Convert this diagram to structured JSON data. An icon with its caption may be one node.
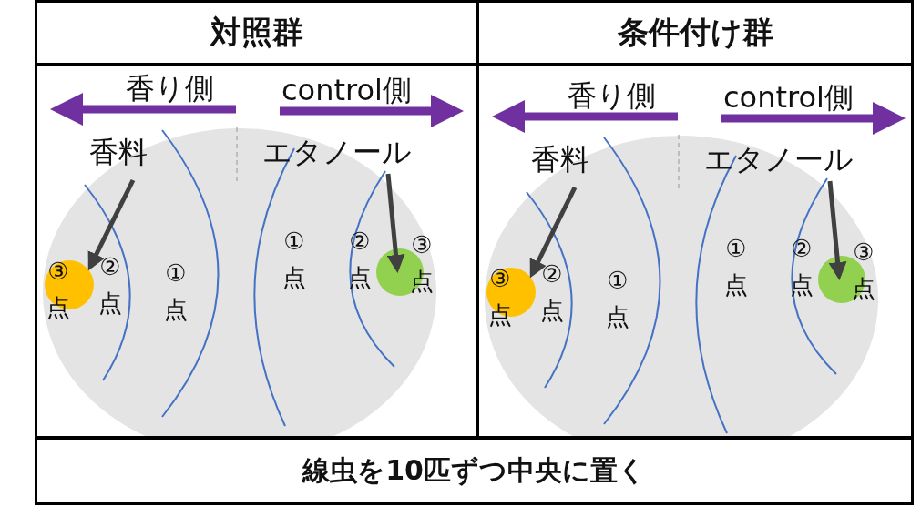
{
  "diagram": {
    "nodes": [
      {
        "text": [
          "対照群"
        ]
      },
      {
        "text": [
          "条件付け群"
        ]
      },
      {
        "text": [
          "香料"
        ]
      },
      {
        "text": [],
        "shape": "circle"
      },
      {
        "text": [
          "エタノール"
        ]
      },
      {
        "text": [],
        "shape": "circle"
      },
      {
        "text": [
          "香料"
        ]
      },
      {
        "text": [],
        "shape": "circle"
      },
      {
        "text": [
          "エタノール"
        ]
      },
      {
        "text": [],
        "shape": "circle"
      },
      {
        "text": [
          "線虫を10匹ずつ中央に置く"
        ]
      }
    ],
    "edges": [
      {
        "from": 2,
        "to": 3,
        "arrow": "to"
      },
      {
        "from": 4,
        "to": 5,
        "arrow": "to"
      },
      {
        "from": 6,
        "to": 7,
        "arrow": "to"
      },
      {
        "from": 8,
        "to": 9,
        "arrow": "to"
      }
    ],
    "labels": [
      "香り側",
      "control側",
      "③点",
      "②点",
      "①点",
      "①点",
      "②点",
      "③点",
      "香り側",
      "control側",
      "③点",
      "②点",
      "①点",
      "①点",
      "②点",
      "③点"
    ]
  }
}
